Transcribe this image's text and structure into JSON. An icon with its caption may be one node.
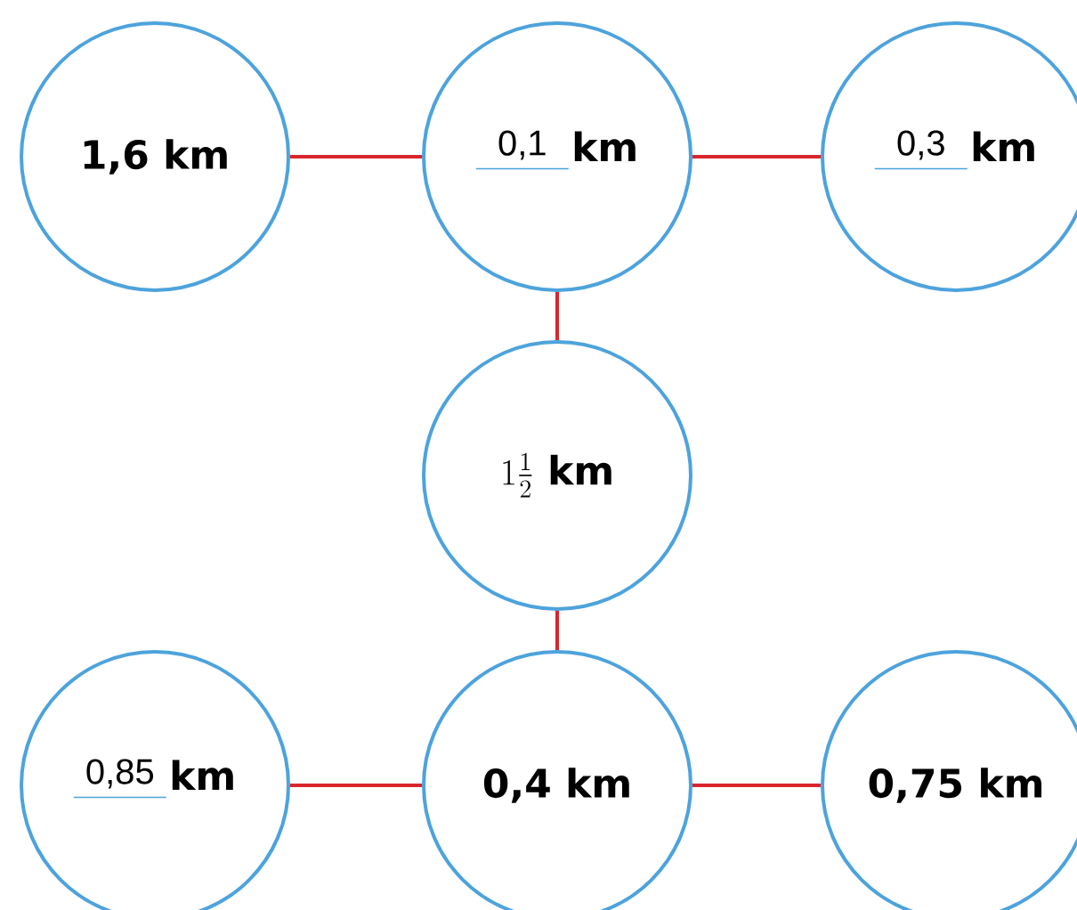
{
  "diagram": {
    "nodes": [
      {
        "text": [
          "1,6 km"
        ]
      },
      {
        "text": [
          "0,1",
          "km"
        ]
      },
      {
        "text": [
          "0,3",
          "km"
        ]
      },
      {
        "text": [
          "1\\frac{1}{2}\\ \\mathbf{km}"
        ]
      },
      {
        "text": [
          "0,85",
          "km"
        ]
      },
      {
        "text": [
          "0,4 km"
        ]
      },
      {
        "text": [
          "0,75 km"
        ]
      }
    ],
    "edges": [
      {
        "from": 0,
        "to": 1,
        "arrow": "none",
        "color": "#d9262c"
      },
      {
        "from": 1,
        "to": 2,
        "arrow": "none",
        "color": "#d9262c"
      },
      {
        "from": 1,
        "to": 3,
        "arrow": "none",
        "color": "#d9262c"
      },
      {
        "from": 3,
        "to": 5,
        "arrow": "none",
        "color": "#d9262c"
      },
      {
        "from": 4,
        "to": 5,
        "arrow": "none",
        "color": "#d9262c"
      },
      {
        "from": 5,
        "to": 6,
        "arrow": "none",
        "color": "#d9262c"
      }
    ]
  }
}
